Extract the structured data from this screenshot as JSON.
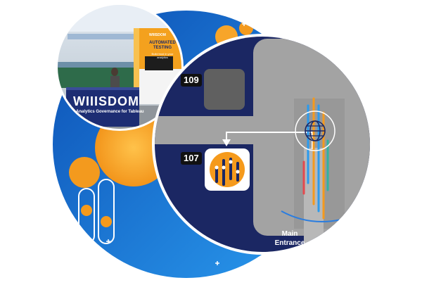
{
  "booth_photo": {
    "brand_text": "WIIISDOM",
    "tagline": "Analytics Governance for Tableau",
    "tower_brand": "WIIISDOM",
    "tower_title": "AUTOMATED TESTING",
    "tower_subtitle": "Build trust in your analytics"
  },
  "map": {
    "booth_a": "109",
    "booth_b": "107",
    "entrance_line1": "Main",
    "entrance_line2": "Entrance"
  },
  "colors": {
    "deep_blue": "#0d5ac2",
    "bright_blue": "#2a8fe6",
    "navy": "#1b2763",
    "orange": "#f59a1c",
    "gray": "#a3a3a3",
    "dark_gray": "#606060"
  }
}
